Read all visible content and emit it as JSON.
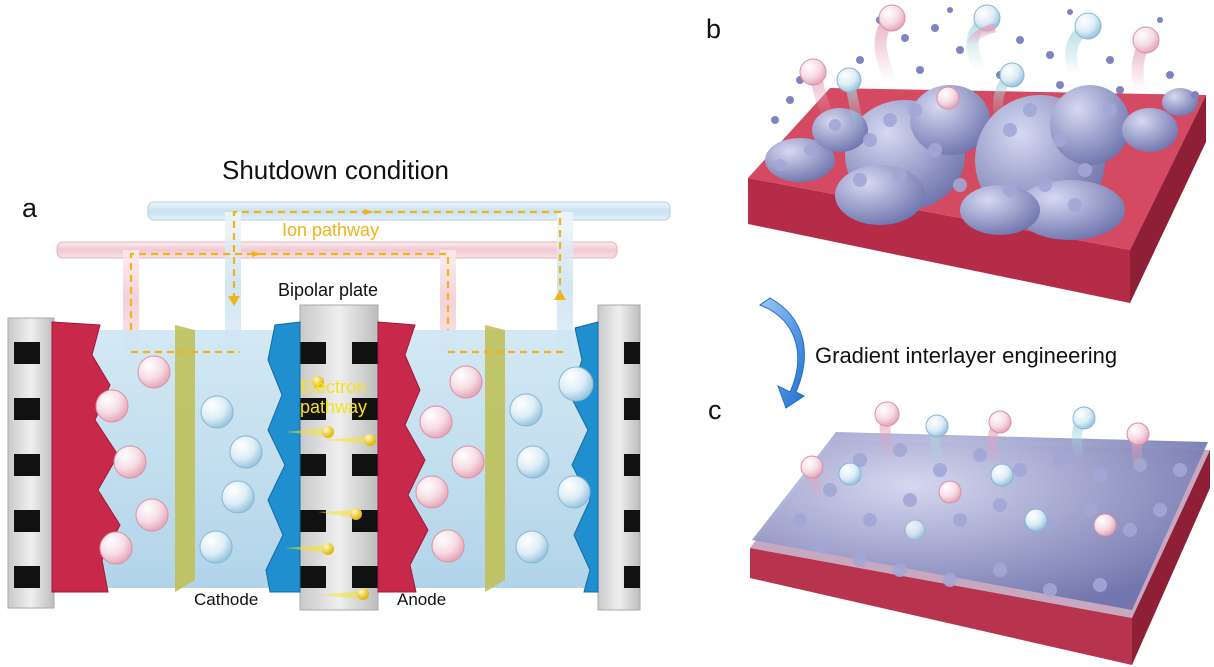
{
  "labels": {
    "panel_a": "a",
    "panel_b": "b",
    "panel_c": "c",
    "title": "Shutdown condition",
    "ion_pathway": "Ion pathway",
    "bipolar_plate": "Bipolar plate",
    "electron_line1": "Electron",
    "electron_line2": "pathway",
    "cathode": "Cathode",
    "anode": "Anode",
    "process": "Gradient interlayer engineering"
  },
  "colors": {
    "frame": "#d9d9d9",
    "electrolyte": "#b8d9ec",
    "electrode_red": "#c8284a",
    "membrane_olive": "#bfc15a",
    "electrode_blue": "#1f8fd0",
    "ion_path": "#f2b21a",
    "electron": "#f7e21a",
    "substrate": "#cf3b55",
    "particle": "#8e93c8",
    "arrow": "#2f7fd6"
  }
}
